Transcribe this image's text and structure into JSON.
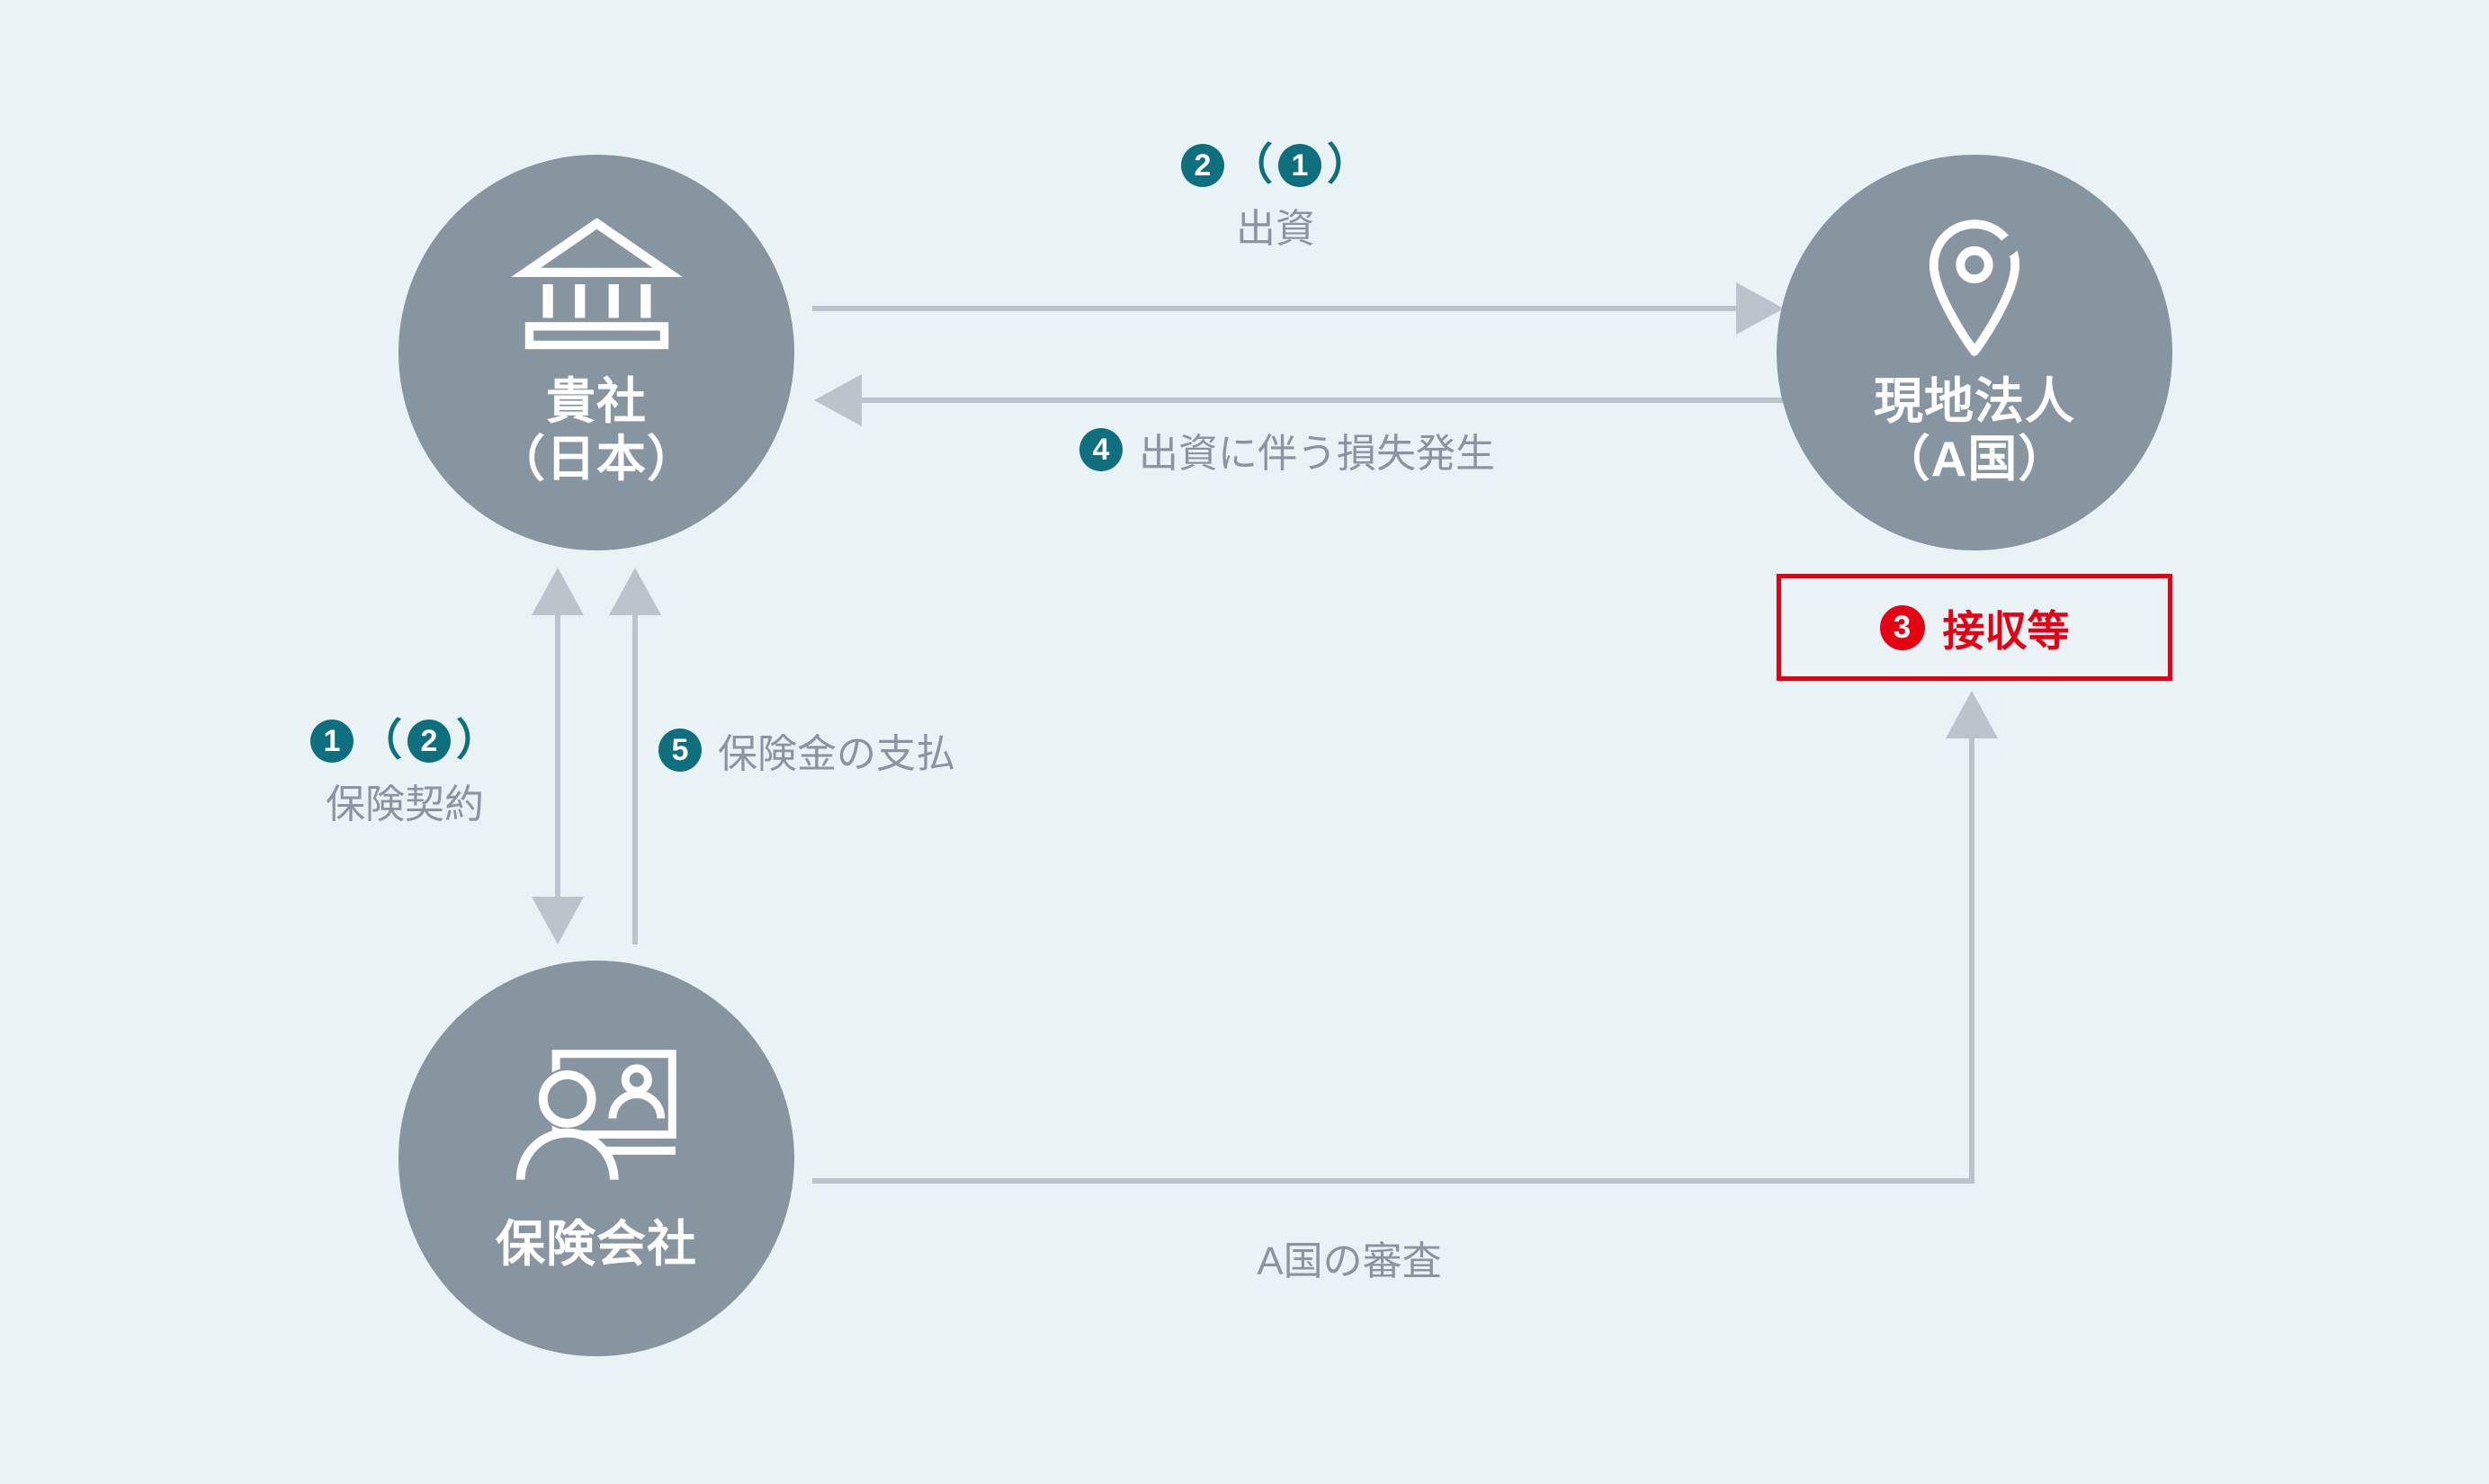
{
  "background": "#e9f2f4",
  "colors": {
    "node_fill": "#8795a0",
    "node_text": "#ffffff",
    "arrow": "#b9c5cb",
    "label_text": "#8995a0",
    "accent_teal": "#0e6f7e",
    "alert_red": "#e60014"
  },
  "nodes": {
    "your_company": {
      "icon": "bank-building-icon",
      "line1": "貴社",
      "line2": "（日本）"
    },
    "local_subsidiary": {
      "icon": "location-pin-icon",
      "line1": "現地法人",
      "line2": "（A国）"
    },
    "insurance_company": {
      "icon": "insurance-agent-icon",
      "line1": "保険会社"
    }
  },
  "labels": {
    "investment": {
      "step": "2",
      "open_paren": "（",
      "alt_step": "1",
      "close_paren": "）",
      "text": "出資"
    },
    "loss": {
      "step": "4",
      "text": "出資に伴う損失発生"
    },
    "contract": {
      "step": "1",
      "open_paren": "（",
      "alt_step": "2",
      "close_paren": "）",
      "text": "保険契約"
    },
    "payment": {
      "step": "5",
      "text": "保険金の支払"
    },
    "review": {
      "text": "A国の審査"
    },
    "expropriation": {
      "step": "3",
      "text": "接収等"
    }
  }
}
